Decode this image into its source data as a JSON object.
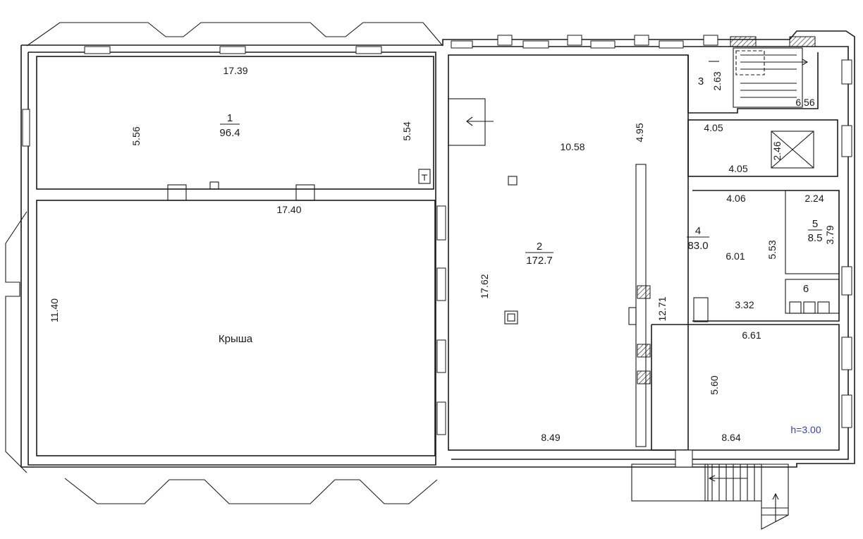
{
  "colors": {
    "line": "#1a1a1a",
    "height_label": "#2f3fc0",
    "marker": "#e53935"
  },
  "rooms": [
    {
      "id": "room-1",
      "number": "1",
      "area": "96.4"
    },
    {
      "id": "room-2",
      "number": "2",
      "area": "172.7"
    },
    {
      "id": "room-3",
      "number": "3"
    },
    {
      "id": "room-4",
      "number": "4",
      "area": "83.0"
    },
    {
      "id": "room-5",
      "number": "5",
      "area": "8.5"
    },
    {
      "id": "room-6",
      "number": "6"
    }
  ],
  "roof_label": "Крыша",
  "height_label": "h=3.00",
  "dimensions": {
    "r1_top": "17.39",
    "r1_left": "5.56",
    "r1_right": "5.54",
    "r1_bottom": "17.40",
    "roof_left": "11.40",
    "r2_top": "10.58",
    "r2_left": "17.62",
    "r2_bottom": "8.49",
    "r2_upper": "4.95",
    "r3_height": "2.63",
    "stair_width": "6.56",
    "corridor_a": "4.05",
    "shaft_height": "2.46",
    "corridor_b": "4.05",
    "r4_top": "4.06",
    "r4_mid": "6.01",
    "r4_vert": "5.53",
    "r4_lower": "3.32",
    "r4_long": "12.71",
    "r5_width": "2.24",
    "r5_height": "3.79",
    "lower_top": "6.61",
    "lower_height": "5.60",
    "lower_bottom": "8.64"
  }
}
